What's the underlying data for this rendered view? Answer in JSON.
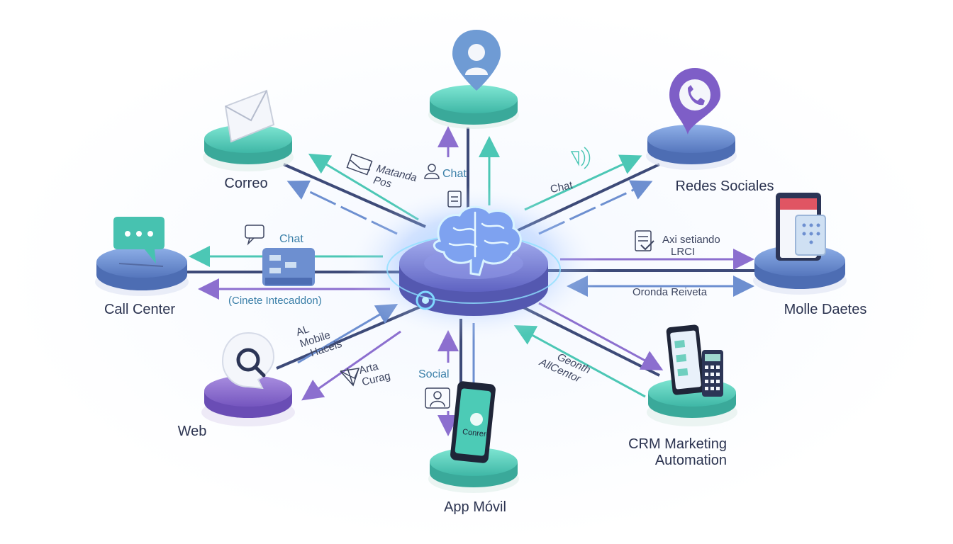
{
  "nodes": {
    "correo": {
      "label": "Correo",
      "icon": "envelope-icon"
    },
    "chat_top": {
      "icon": "user-pin-icon"
    },
    "redes": {
      "label": "Redes Sociales",
      "icon": "phone-pin-icon"
    },
    "call_center": {
      "label": "Call Center",
      "icon": "chat-bubble-icon"
    },
    "molle": {
      "label": "Molle Daetes",
      "icon": "calendar-window-icon"
    },
    "web": {
      "label": "Web",
      "icon": "search-bubble-icon"
    },
    "app": {
      "label": "App Móvil",
      "icon": "smartphone-icon",
      "screen_text": "Conrere"
    },
    "crm": {
      "label_line1": "CRM Marketing",
      "label_line2": "Automation",
      "icon": "phone-calculator-icon"
    }
  },
  "connectors": {
    "correo": {
      "line1": "Matanda",
      "line2": "Pos"
    },
    "chat_top": {
      "label": "Chat"
    },
    "redes": {
      "label": "Chat"
    },
    "call_center_top": {
      "label": "Chat"
    },
    "call_center_bottom": {
      "label": "(Cinete Intecaddon)"
    },
    "molle_top": {
      "line1": "Axi setiando",
      "line2": "LRCI"
    },
    "molle_bottom": {
      "label": "Oronda Reiveta"
    },
    "web_top": {
      "line1": "AL",
      "line2": "Mobile",
      "line3": "Haceis"
    },
    "web_bottom": {
      "line1": "Arta",
      "line2": "Curag"
    },
    "app": {
      "label": "Social"
    },
    "crm": {
      "line1": "Geonth",
      "line2": "AllCentor"
    }
  },
  "hub": {
    "icon": "brain-icon"
  },
  "colors": {
    "teal": "#5fd3c2",
    "blue": "#6d8fd0",
    "purple": "#8c6fcf",
    "dark_line": "#3d4a78",
    "hub": "#7f86d8",
    "glow": "#7fd8ff"
  }
}
